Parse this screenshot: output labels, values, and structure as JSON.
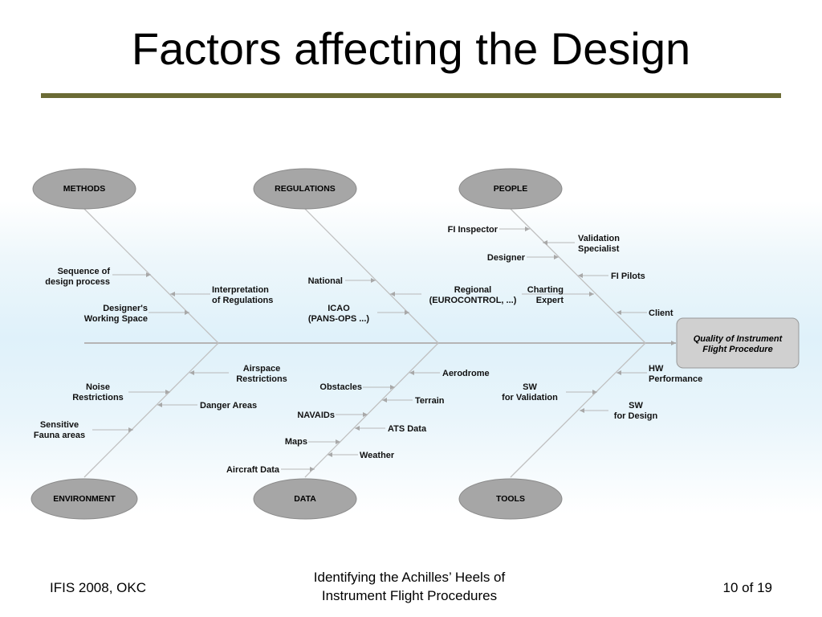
{
  "title": "Factors affecting the Design",
  "categories": {
    "methods": "METHODS",
    "regulations": "REGULATIONS",
    "people": "PEOPLE",
    "environment": "ENVIRONMENT",
    "data": "DATA",
    "tools": "TOOLS"
  },
  "effect": [
    "Quality of Instrument",
    "Flight Procedure"
  ],
  "causes": {
    "methods": [
      [
        "Sequence of",
        "design process"
      ],
      [
        "Designer's",
        "Working Space"
      ]
    ],
    "regulations": [
      [
        "Interpretation",
        "of Regulations"
      ],
      [
        "National"
      ],
      [
        "ICAO",
        "(PANS-OPS ...)"
      ]
    ],
    "people_sub": [
      [
        "Regional",
        "(EUROCONTROL, ...)"
      ]
    ],
    "people": [
      [
        "FI Inspector"
      ],
      [
        "Validation",
        "Specialist"
      ],
      [
        "Designer"
      ],
      [
        "FI Pilots"
      ],
      [
        "Charting",
        "Expert"
      ],
      [
        "Client"
      ]
    ],
    "environment": [
      [
        "Airspace",
        "Restrictions"
      ],
      [
        "Noise",
        "Restrictions"
      ],
      [
        "Danger Areas"
      ],
      [
        "Sensitive",
        "Fauna areas"
      ]
    ],
    "data": [
      [
        "Aerodrome"
      ],
      [
        "Obstacles"
      ],
      [
        "Terrain"
      ],
      [
        "NAVAIDs"
      ],
      [
        "ATS Data"
      ],
      [
        "Maps"
      ],
      [
        "Weather"
      ],
      [
        "Aircraft Data"
      ]
    ],
    "tools": [
      [
        "HW",
        "Performance"
      ],
      [
        "SW",
        "for Validation"
      ],
      [
        "SW",
        "for Design"
      ]
    ]
  },
  "footer": {
    "left": "IFIS 2008, OKC",
    "center": [
      "Identifying the Achilles’ Heels of",
      "Instrument Flight Procedures"
    ],
    "right": "10 of 19"
  },
  "colors": {
    "rule": "#6b6b35",
    "ellipse": "#a6a6a6",
    "effect_box": "#d0d0d0",
    "lines": "#b5b5b5"
  }
}
